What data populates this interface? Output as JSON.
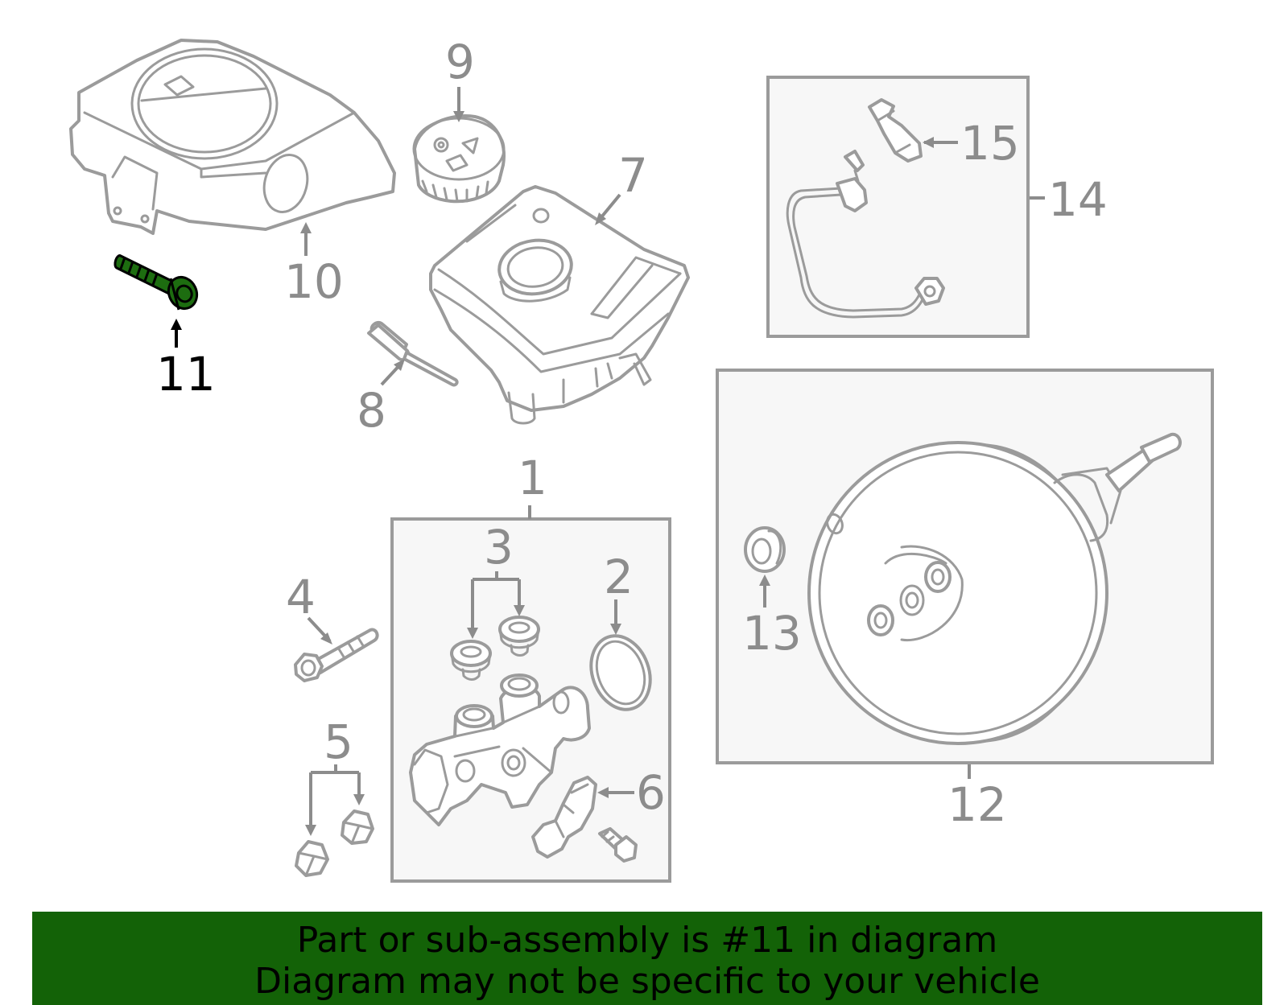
{
  "callouts": [
    {
      "id": "1",
      "label": "1"
    },
    {
      "id": "2",
      "label": "2"
    },
    {
      "id": "3",
      "label": "3"
    },
    {
      "id": "4",
      "label": "4"
    },
    {
      "id": "5",
      "label": "5"
    },
    {
      "id": "6",
      "label": "6"
    },
    {
      "id": "7",
      "label": "7"
    },
    {
      "id": "8",
      "label": "8"
    },
    {
      "id": "9",
      "label": "9"
    },
    {
      "id": "10",
      "label": "10"
    },
    {
      "id": "11",
      "label": "11"
    },
    {
      "id": "12",
      "label": "12"
    },
    {
      "id": "13",
      "label": "13"
    },
    {
      "id": "14",
      "label": "14"
    },
    {
      "id": "15",
      "label": "15"
    }
  ],
  "highlighted_part": "11",
  "colors": {
    "highlight_part": "#1d6d10",
    "banner_bg": "#136207",
    "line_gray": "#9b9b9b",
    "box_fill": "#f7f7f7"
  },
  "banner": {
    "line1": "Part or sub-assembly is #11 in diagram",
    "line2": "Diagram may not be specific to your vehicle"
  }
}
